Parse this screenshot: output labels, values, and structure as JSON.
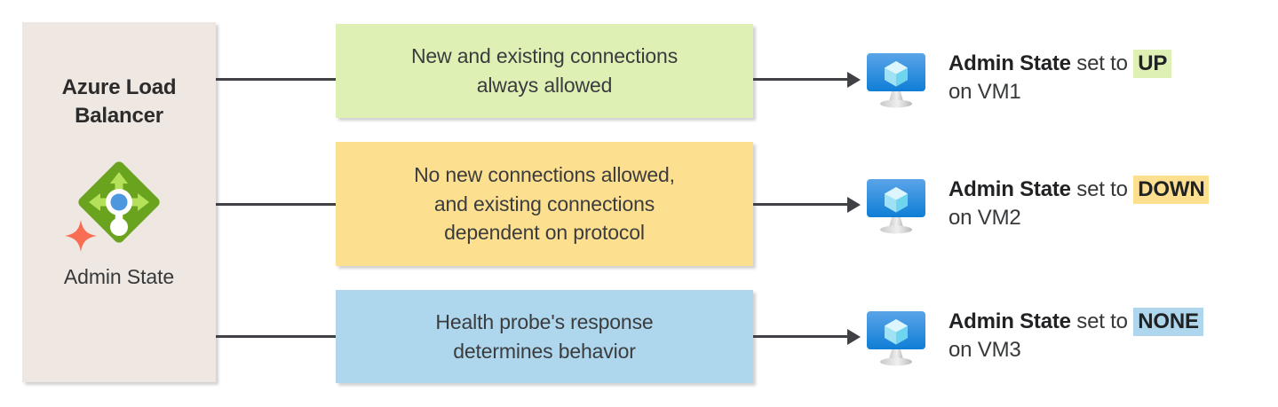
{
  "diagram": {
    "title": "Azure Load Balancer Admin State diagram",
    "colors": {
      "panel_bg": "#efe7e2",
      "green": "#dff0b5",
      "amber": "#fcdf8f",
      "blue": "#aed6ec",
      "line": "#3f4145",
      "text": "#36383a"
    }
  },
  "load_balancer": {
    "title": "Azure Load Balancer",
    "title_line1": "Azure Load",
    "title_line2": "Balancer",
    "icon_name": "azure-load-balancer-icon",
    "sublabel": "Admin State"
  },
  "rules": [
    {
      "id": "up",
      "description_line1": "New and existing connections",
      "description_line2": "always allowed",
      "description": "New and existing connections always allowed",
      "color": "#dff0b5"
    },
    {
      "id": "down",
      "description_line1": "No new connections allowed,",
      "description_line2": "and existing connections",
      "description_line3": "dependent on protocol",
      "description": "No new connections allowed, and existing connections dependent on protocol",
      "color": "#fcdf8f"
    },
    {
      "id": "none",
      "description_line1": "Health probe's response",
      "description_line2": "determines behavior",
      "description": "Health probe's response determines behavior",
      "color": "#aed6ec"
    }
  ],
  "vms": [
    {
      "icon_name": "virtual-machine-icon",
      "label_bold": "Admin State",
      "label_mid": " set to ",
      "state": "UP",
      "on_line": "on VM1",
      "highlight_color": "#dff0b5"
    },
    {
      "icon_name": "virtual-machine-icon",
      "label_bold": "Admin State",
      "label_mid": " set to ",
      "state": "DOWN",
      "on_line": "on VM2",
      "highlight_color": "#fcdf8f"
    },
    {
      "icon_name": "virtual-machine-icon",
      "label_bold": "Admin State",
      "label_mid": " set to ",
      "state": "NONE",
      "on_line": "on VM3",
      "highlight_color": "#aed6ec"
    }
  ]
}
